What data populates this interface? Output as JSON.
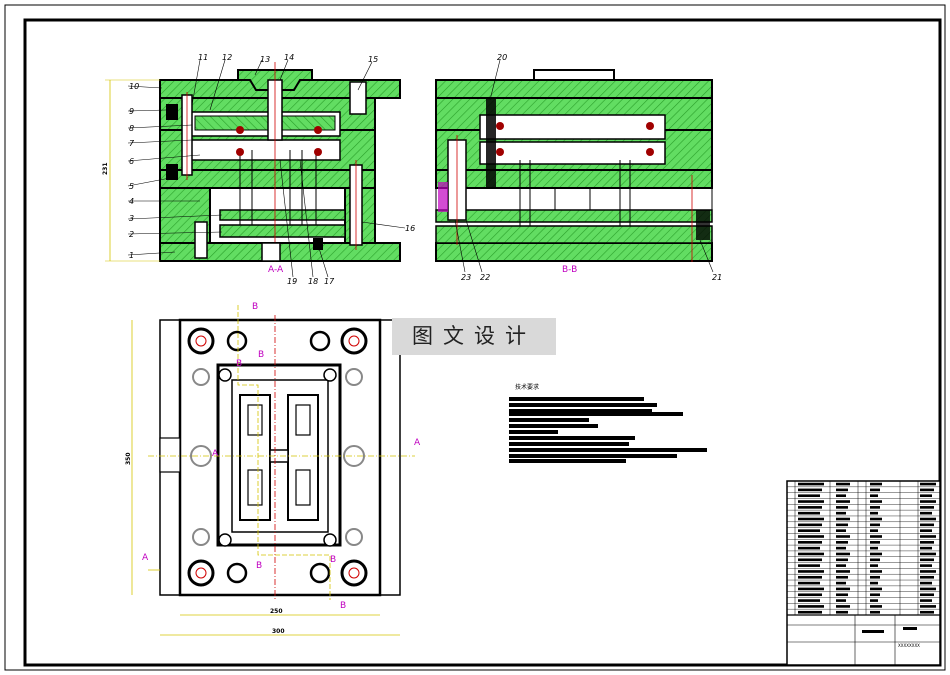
{
  "parts": [
    "1",
    "2",
    "3",
    "4",
    "5",
    "6",
    "7",
    "8",
    "9",
    "10",
    "11",
    "12",
    "13",
    "14",
    "15",
    "16",
    "17",
    "18",
    "19",
    "20",
    "21",
    "22",
    "23"
  ],
  "section_labels": {
    "front": "A-A",
    "side": "B-B"
  },
  "section_marks": {
    "a": "A",
    "b": "B"
  },
  "dimensions": {
    "front_height": "231",
    "plan_height": "350",
    "inner_width": "250",
    "outer_width": "300"
  },
  "watermark": "图文设计",
  "notes_title": "技术要求",
  "title_block": {
    "drawing_no": "XXXXXXXX"
  },
  "colors": {
    "hatch": "#55d655",
    "outline": "#000000",
    "red_line": "#d00000",
    "section": "#c000c0",
    "yellow": "#d4c400"
  }
}
